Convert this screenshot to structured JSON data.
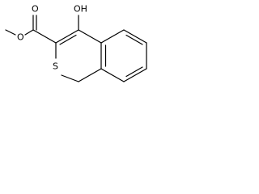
{
  "molecule": {
    "atoms": {
      "hydroxyl_oxygen": "OH",
      "ring_sulfur": "S",
      "carbonyl_oxygen": "O",
      "ester_oxygen": "O"
    }
  },
  "colors": {
    "bond": "#000000",
    "text": "#000000",
    "background": "#ffffff"
  }
}
